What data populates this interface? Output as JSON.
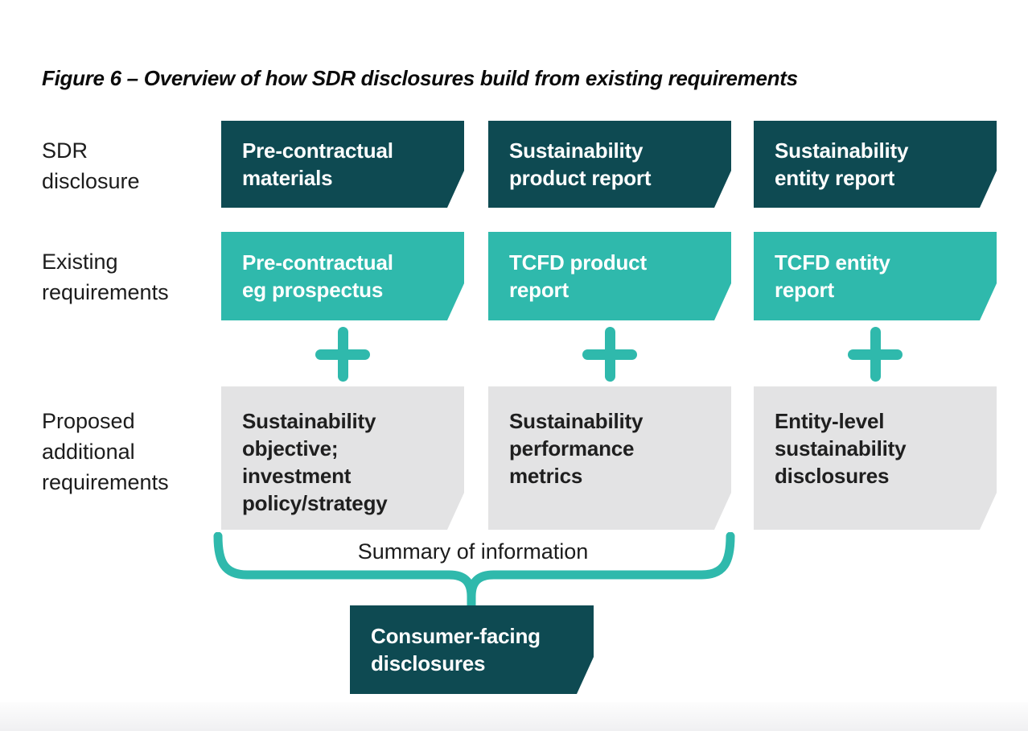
{
  "figure": {
    "title": "Figure 6 – Overview of how SDR disclosures build from existing requirements"
  },
  "row_labels": {
    "sdr": "SDR\ndisclosure",
    "existing": "Existing\nrequirements",
    "proposed": "Proposed\nadditional\nrequirements"
  },
  "columns": [
    {
      "sdr_disclosure": "Pre-contractual\nmaterials",
      "existing_requirement": "Pre-contractual\neg prospectus",
      "proposed_requirement": "Sustainability\nobjective;\ninvestment\npolicy/strategy"
    },
    {
      "sdr_disclosure": "Sustainability\nproduct report",
      "existing_requirement": "TCFD product\nreport",
      "proposed_requirement": "Sustainability\nperformance\nmetrics"
    },
    {
      "sdr_disclosure": "Sustainability\nentity report",
      "existing_requirement": "TCFD entity\nreport",
      "proposed_requirement": "Entity-level\nsustainability\ndisclosures"
    }
  ],
  "summary": {
    "brace_label": "Summary of information",
    "consumer_box": "Consumer-facing\ndisclosures"
  },
  "colors": {
    "dark_teal": "#0E4A52",
    "teal": "#2FB9AC",
    "light_gray": "#E3E3E4",
    "text_dark": "#1C1C1C",
    "text_light": "#FFFFFF"
  }
}
